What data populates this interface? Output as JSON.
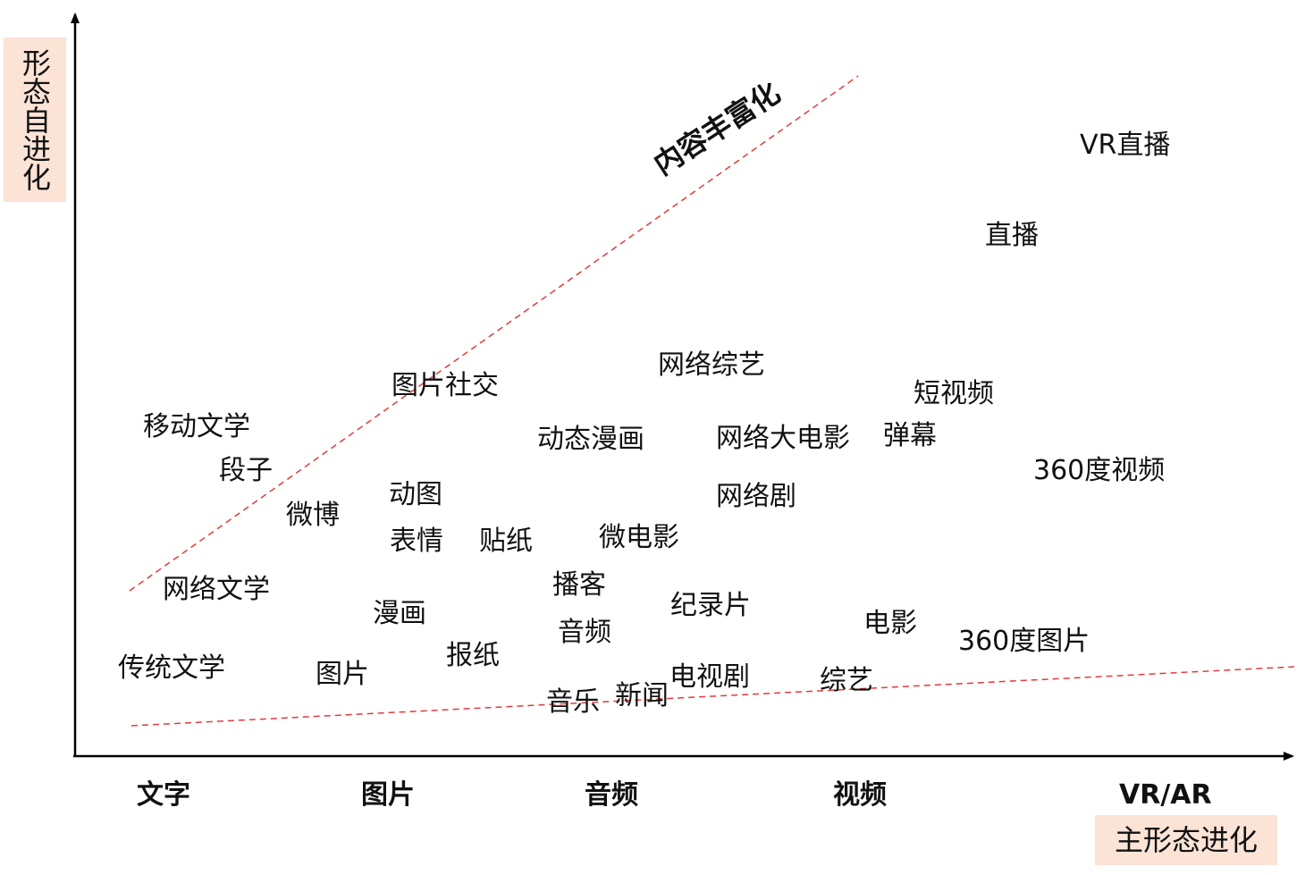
{
  "axes": {
    "y_title": "形态自进化",
    "x_title": "主形态进化"
  },
  "x_categories": [
    "文字",
    "图片",
    "音频",
    "视频",
    "VR/AR"
  ],
  "trend_upper_label": "内容丰富化",
  "items": [
    "VR直播",
    "直播",
    "网络综艺",
    "图片社交",
    "短视频",
    "移动文学",
    "动态漫画",
    "网络大电影",
    "弹幕",
    "段子",
    "360度视频",
    "动图",
    "网络剧",
    "微博",
    "表情",
    "贴纸",
    "微电影",
    "播客",
    "网络文学",
    "纪录片",
    "漫画",
    "电影",
    "音频",
    "360度图片",
    "报纸",
    "传统文学",
    "图片",
    "电视剧",
    "综艺",
    "新闻",
    "音乐"
  ],
  "colors": {
    "axis": "#000000",
    "trend_line": "#e23b3b",
    "badge_bg": "#fbe3d6"
  }
}
